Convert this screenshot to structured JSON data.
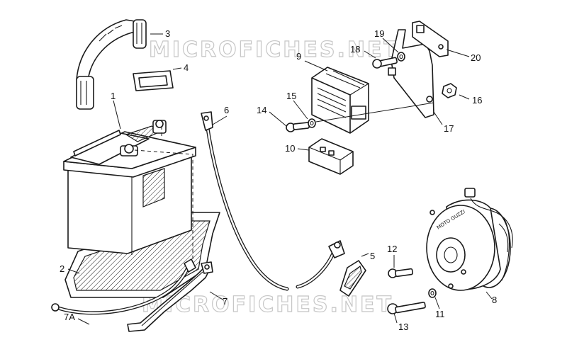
{
  "watermarks": [
    "MICROFICHES.NET",
    "MICROFICHES.NET"
  ],
  "alternator_brand": "MOTO GUZZI",
  "callouts": [
    "1",
    "2",
    "3",
    "4",
    "5",
    "6",
    "7",
    "7A",
    "8",
    "9",
    "10",
    "11",
    "12",
    "13",
    "14",
    "15",
    "16",
    "17",
    "18",
    "19",
    "20"
  ]
}
